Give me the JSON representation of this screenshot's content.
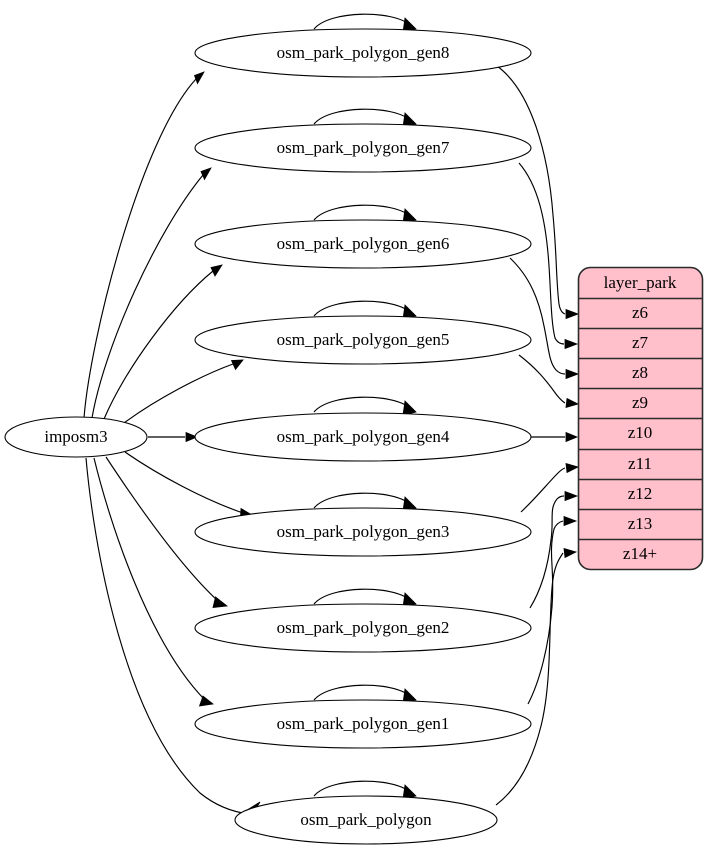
{
  "diagram": {
    "type": "graphviz-digraph",
    "background_color": "#ffffff",
    "source_node": {
      "id": "imposm3",
      "label": "imposm3",
      "shape": "ellipse",
      "fill": "#ffffff"
    },
    "table": {
      "name": "layer_park",
      "header_label": "layer_park",
      "fill_color": "#ffc0cb",
      "border_color": "#2b2b2b",
      "shape": "rounded-record",
      "rows": [
        {
          "id": "z6",
          "label": "z6"
        },
        {
          "id": "z7",
          "label": "z7"
        },
        {
          "id": "z8",
          "label": "z8"
        },
        {
          "id": "z9",
          "label": "z9"
        },
        {
          "id": "z10",
          "label": "z10"
        },
        {
          "id": "z11",
          "label": "z11"
        },
        {
          "id": "z12",
          "label": "z12"
        },
        {
          "id": "z13",
          "label": "z13"
        },
        {
          "id": "z14plus",
          "label": "z14+"
        }
      ]
    },
    "tables": [
      {
        "id": "osm_park_polygon_gen8",
        "label": "osm_park_polygon_gen8",
        "self_loop": true,
        "target_row": "z6"
      },
      {
        "id": "osm_park_polygon_gen7",
        "label": "osm_park_polygon_gen7",
        "self_loop": true,
        "target_row": "z7"
      },
      {
        "id": "osm_park_polygon_gen6",
        "label": "osm_park_polygon_gen6",
        "self_loop": true,
        "target_row": "z8"
      },
      {
        "id": "osm_park_polygon_gen5",
        "label": "osm_park_polygon_gen5",
        "self_loop": true,
        "target_row": "z9"
      },
      {
        "id": "osm_park_polygon_gen4",
        "label": "osm_park_polygon_gen4",
        "self_loop": true,
        "target_row": "z10"
      },
      {
        "id": "osm_park_polygon_gen3",
        "label": "osm_park_polygon_gen3",
        "self_loop": true,
        "target_row": "z11"
      },
      {
        "id": "osm_park_polygon_gen2",
        "label": "osm_park_polygon_gen2",
        "self_loop": true,
        "target_row": "z12"
      },
      {
        "id": "osm_park_polygon_gen1",
        "label": "osm_park_polygon_gen1",
        "self_loop": true,
        "target_row": "z13"
      },
      {
        "id": "osm_park_polygon",
        "label": "osm_park_polygon",
        "self_loop": true,
        "target_row": "z14plus"
      }
    ],
    "edges_from_source": [
      {
        "from": "imposm3",
        "to": "osm_park_polygon_gen8"
      },
      {
        "from": "imposm3",
        "to": "osm_park_polygon_gen7"
      },
      {
        "from": "imposm3",
        "to": "osm_park_polygon_gen6"
      },
      {
        "from": "imposm3",
        "to": "osm_park_polygon_gen5"
      },
      {
        "from": "imposm3",
        "to": "osm_park_polygon_gen4"
      },
      {
        "from": "imposm3",
        "to": "osm_park_polygon_gen3"
      },
      {
        "from": "imposm3",
        "to": "osm_park_polygon_gen2"
      },
      {
        "from": "imposm3",
        "to": "osm_park_polygon_gen1"
      },
      {
        "from": "imposm3",
        "to": "osm_park_polygon"
      }
    ]
  }
}
